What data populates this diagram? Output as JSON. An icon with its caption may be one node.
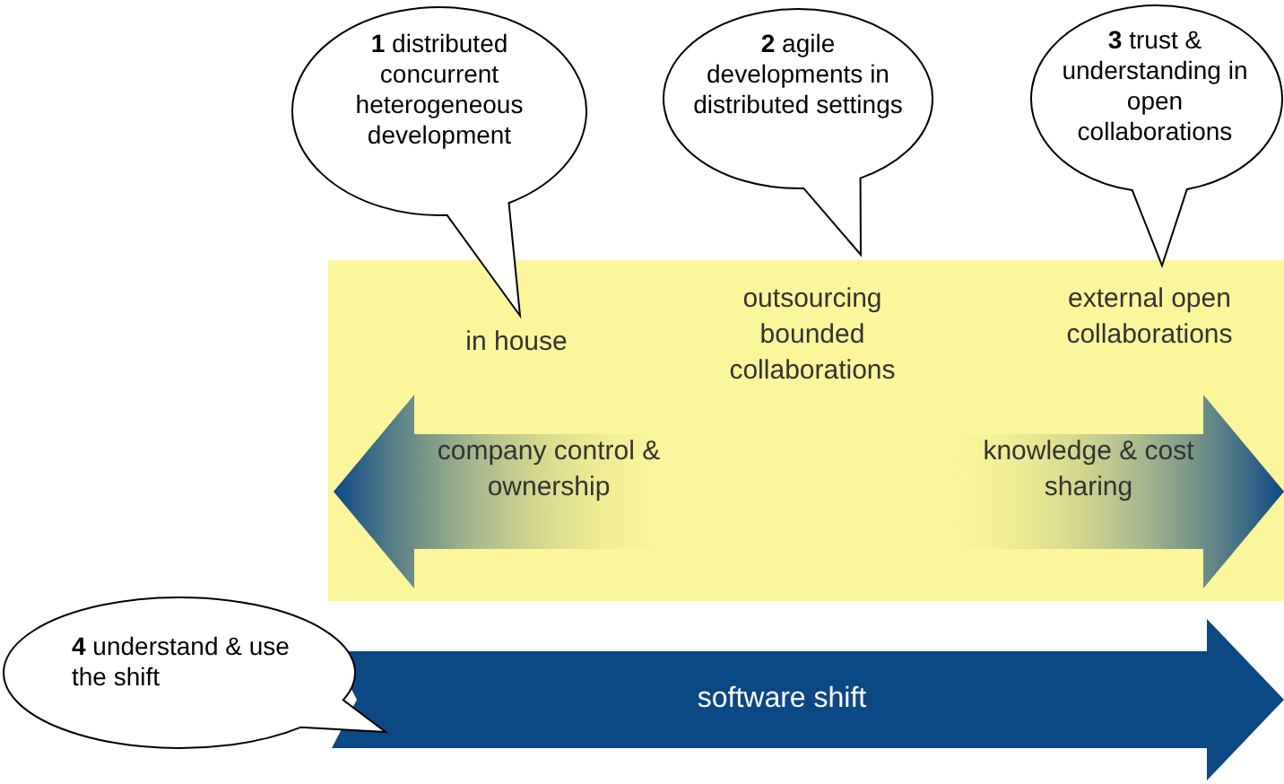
{
  "diagram": {
    "nodes": [
      {
        "text": [
          "**1** distributed concurrent heterogeneous development"
        ]
      },
      {
        "text": [
          "**2** agile developments in distributed settings"
        ]
      },
      {
        "text": [
          "**3** trust & understanding in open collaborations"
        ]
      },
      {
        "text": [
          "**4** understand & use the shift"
        ]
      },
      {
        "text": [
          "in house",
          "outsourcing bounded collaborations",
          "external open collaborations"
        ]
      },
      {
        "text": [
          "company control & ownership"
        ],
        "in": 4
      },
      {
        "text": [
          "knowledge & cost sharing"
        ],
        "in": 4
      },
      {
        "text": [
          "software shift"
        ]
      }
    ],
    "edges": []
  }
}
